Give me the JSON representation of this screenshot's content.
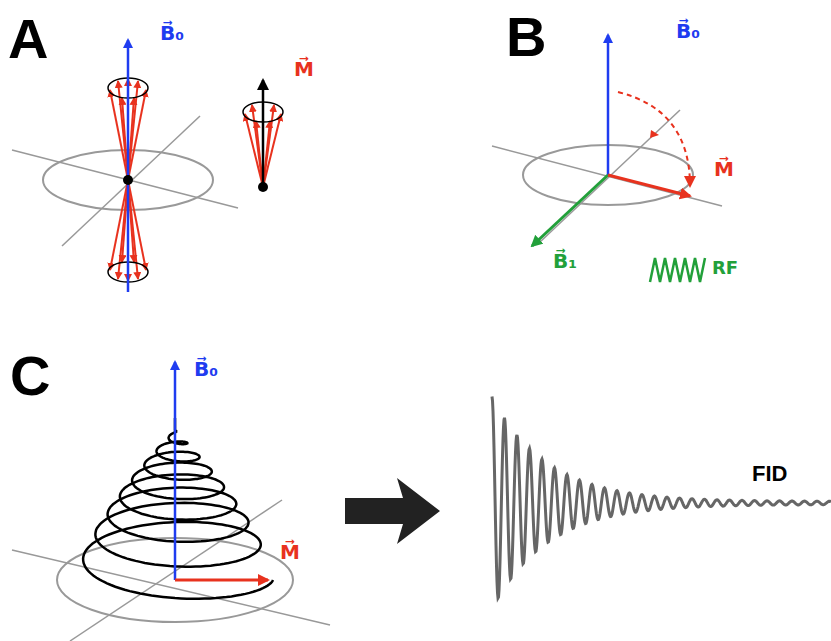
{
  "diagram": {
    "labels": [
      "A",
      "B⃗₀",
      "M⃗",
      "B",
      "B⃗₀",
      "M⃗",
      "B⃗₁",
      "RF",
      "C",
      "B⃗₀",
      "M⃗",
      "FID"
    ]
  }
}
